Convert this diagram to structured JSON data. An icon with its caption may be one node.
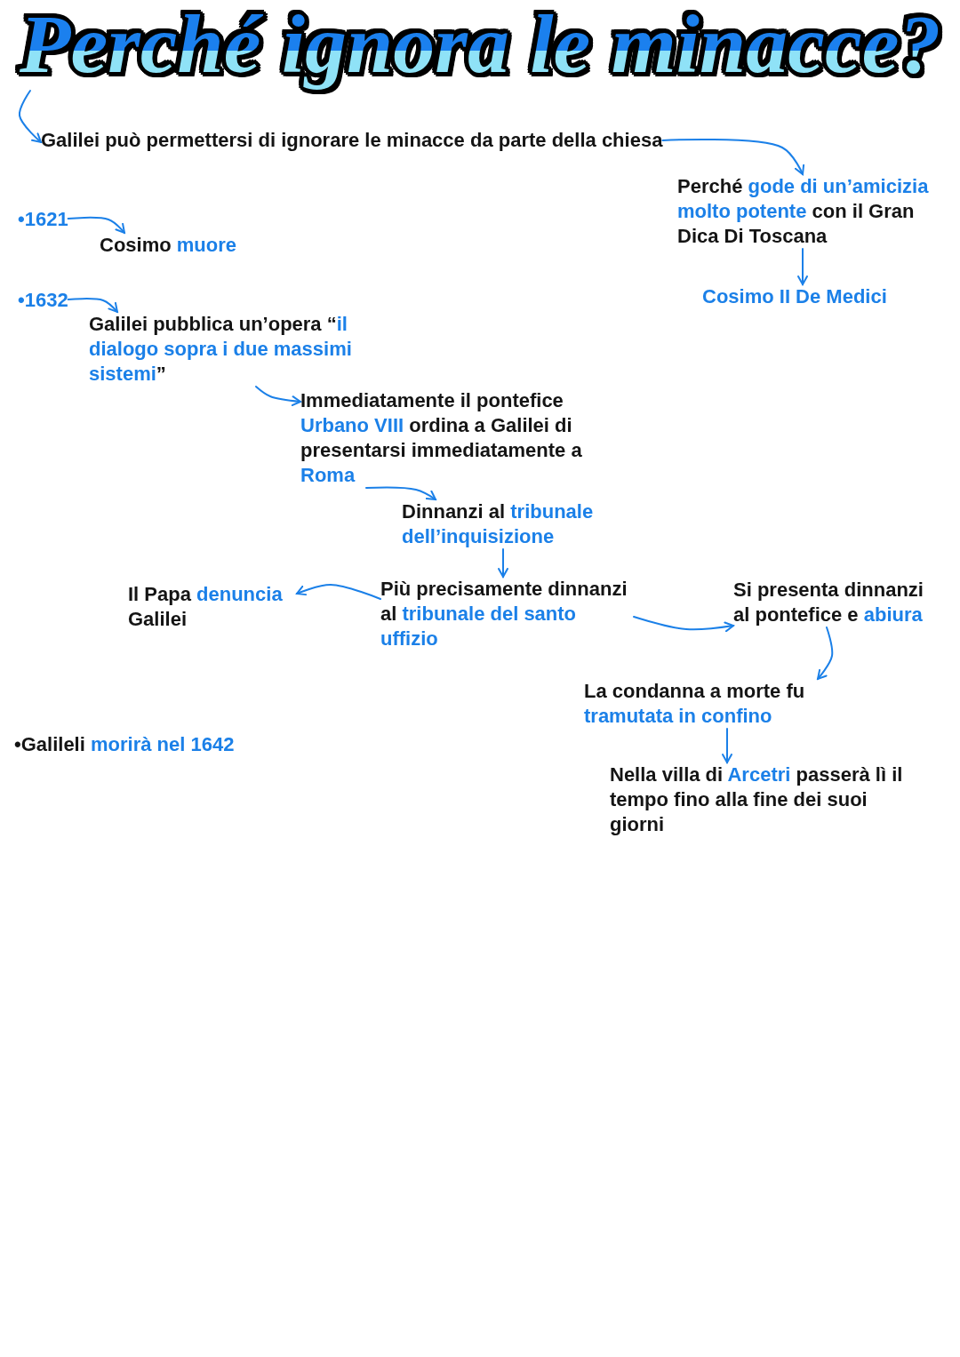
{
  "diagram": {
    "nodes": [
      {
        "text": [
          "Perché ignora le minacce?"
        ]
      },
      {
        "text": [
          "Galilei può permettersi di ignorare le minacce da parte della chiesa"
        ]
      },
      {
        "text": [
          "Perché **gode di un’amicizia molto potente** con il Gran Dica Di Toscana"
        ]
      },
      {
        "text": [
          "Cosimo II De Medici"
        ]
      },
      {
        "text": [
          "•1621"
        ]
      },
      {
        "text": [
          "Cosimo **muore**"
        ]
      },
      {
        "text": [
          "•1632"
        ]
      },
      {
        "text": [
          "Galilei pubblica un’opera “**il dialogo sopra i due massimi sistemi**”"
        ]
      },
      {
        "text": [
          "Immediatamente il pontefice **Urbano VIII** ordina a Galilei di presentarsi immediatamente a **Roma**"
        ]
      },
      {
        "text": [
          "Dinnanzi al **tribunale dell’inquisizione**"
        ]
      },
      {
        "text": [
          "Più precisamente dinnanzi al **tribunale del santo uffizio**"
        ]
      },
      {
        "text": [
          "Il Papa **denuncia** Galilei"
        ]
      },
      {
        "text": [
          "Si presenta dinnanzi al pontefice e **abiura**"
        ]
      },
      {
        "text": [
          "La condanna a morte fu **tramutata in confino**"
        ]
      },
      {
        "text": [
          "Nella villa di **Arcetri** passerà lì il tempo fino alla fine dei suoi giorni"
        ]
      }
    ],
    "edges": [
      {
        "from": 0,
        "to": 1,
        "arrow": "to"
      },
      {
        "from": 1,
        "to": 2,
        "arrow": "to"
      },
      {
        "from": 2,
        "to": 3,
        "arrow": "to"
      },
      {
        "from": 4,
        "to": 5,
        "arrow": "to"
      },
      {
        "from": 6,
        "to": 7,
        "arrow": "to"
      },
      {
        "from": 7,
        "to": 8,
        "arrow": "to"
      },
      {
        "from": 8,
        "to": 9,
        "arrow": "to"
      },
      {
        "from": 9,
        "to": 10,
        "arrow": "to"
      },
      {
        "from": 10,
        "to": 11,
        "arrow": "to"
      },
      {
        "from": 10,
        "to": 12,
        "arrow": "to"
      },
      {
        "from": 12,
        "to": 13,
        "arrow": "to"
      },
      {
        "from": 13,
        "to": 14,
        "arrow": "to"
      }
    ],
    "labels": [
      "•Galileli **morirà nel 1642**"
    ]
  }
}
